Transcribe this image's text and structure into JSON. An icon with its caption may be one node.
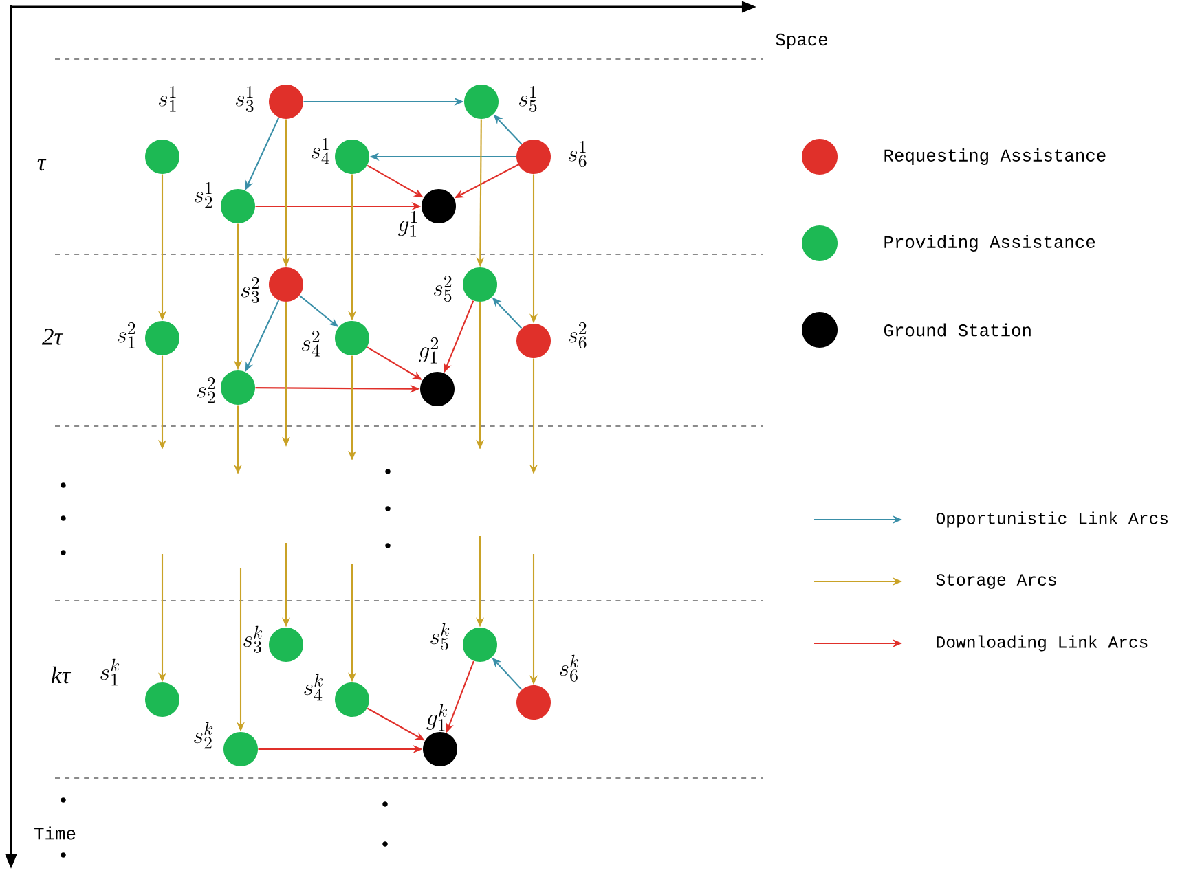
{
  "diagram": {
    "nodes": [
      {
        "text": [],
        "shape": "circle",
        "beside": [
          "s_3^1"
        ]
      },
      {
        "text": [],
        "shape": "circle",
        "beside": [
          "s_5^1"
        ]
      },
      {
        "text": [],
        "shape": "circle",
        "beside": [
          "s_1^1"
        ]
      },
      {
        "text": [],
        "shape": "circle",
        "beside": [
          "s_4^1"
        ]
      },
      {
        "text": [],
        "shape": "circle",
        "beside": [
          "s_6^1"
        ]
      },
      {
        "text": [],
        "shape": "circle",
        "beside": [
          "s_2^1"
        ]
      },
      {
        "text": [],
        "shape": "circle",
        "beside": [
          "g_1^1"
        ]
      },
      {
        "text": [],
        "shape": "circle",
        "beside": [
          "s_3^2"
        ]
      },
      {
        "text": [],
        "shape": "circle",
        "beside": [
          "s_5^2"
        ]
      },
      {
        "text": [],
        "shape": "circle",
        "beside": [
          "s_1^2"
        ]
      },
      {
        "text": [],
        "shape": "circle",
        "beside": [
          "s_4^2"
        ]
      },
      {
        "text": [],
        "shape": "circle",
        "beside": [
          "s_6^2"
        ]
      },
      {
        "text": [],
        "shape": "circle",
        "beside": [
          "s_2^2"
        ]
      },
      {
        "text": [],
        "shape": "circle",
        "beside": [
          "g_1^2"
        ]
      },
      {
        "text": [],
        "shape": "circle",
        "beside": [
          "s_3^k"
        ]
      },
      {
        "text": [],
        "shape": "circle",
        "beside": [
          "s_5^k"
        ]
      },
      {
        "text": [],
        "shape": "circle",
        "beside": [
          "s_1^k"
        ]
      },
      {
        "text": [],
        "shape": "circle",
        "beside": [
          "s_4^k"
        ]
      },
      {
        "text": [],
        "shape": "circle",
        "beside": [
          "s_6^k"
        ]
      },
      {
        "text": [],
        "shape": "circle",
        "beside": [
          "s_2^k"
        ]
      },
      {
        "text": [],
        "shape": "circle",
        "beside": [
          "g_1^k"
        ]
      }
    ],
    "edges": [
      {
        "from": 0,
        "to": 1,
        "arrow": "to",
        "color": "#3a8fa8"
      },
      {
        "from": 0,
        "to": 5,
        "arrow": "to",
        "color": "#3a8fa8"
      },
      {
        "from": 4,
        "to": 1,
        "arrow": "to",
        "color": "#3a8fa8"
      },
      {
        "from": 4,
        "to": 3,
        "arrow": "to",
        "color": "#3a8fa8"
      },
      {
        "from": 3,
        "to": 6,
        "arrow": "to",
        "color": "#e0302a"
      },
      {
        "from": 4,
        "to": 6,
        "arrow": "to",
        "color": "#e0302a"
      },
      {
        "from": 5,
        "to": 6,
        "arrow": "to",
        "color": "#e0302a"
      },
      {
        "from": 2,
        "to": 9,
        "arrow": "to"
      },
      {
        "from": 5,
        "to": 12,
        "arrow": "to"
      },
      {
        "from": 0,
        "to": 7,
        "arrow": "to"
      },
      {
        "from": 3,
        "to": 10,
        "arrow": "to"
      },
      {
        "from": 1,
        "to": 8,
        "arrow": "to"
      },
      {
        "from": 4,
        "to": 11,
        "arrow": "to"
      },
      {
        "from": 7,
        "to": 12,
        "arrow": "to",
        "color": "#3a8fa8"
      },
      {
        "from": 7,
        "to": 10,
        "arrow": "to",
        "color": "#3a8fa8"
      },
      {
        "from": 11,
        "to": 8,
        "arrow": "to",
        "color": "#3a8fa8"
      },
      {
        "from": 12,
        "to": 13,
        "arrow": "to",
        "color": "#e0302a"
      },
      {
        "from": 10,
        "to": 13,
        "arrow": "to",
        "color": "#e0302a"
      },
      {
        "from": 8,
        "to": 13,
        "arrow": "to",
        "color": "#e0302a"
      },
      {
        "from": 9,
        "to": null,
        "arrow": "to"
      },
      {
        "from": 12,
        "to": null,
        "arrow": "to"
      },
      {
        "from": 7,
        "to": null,
        "arrow": "to"
      },
      {
        "from": 10,
        "to": null,
        "arrow": "to"
      },
      {
        "from": 8,
        "to": null,
        "arrow": "to"
      },
      {
        "from": 11,
        "to": null,
        "arrow": "to"
      },
      {
        "from": null,
        "to": 16,
        "arrow": "to"
      },
      {
        "from": null,
        "to": 19,
        "arrow": "to"
      },
      {
        "from": null,
        "to": 14,
        "arrow": "to"
      },
      {
        "from": null,
        "to": 17,
        "arrow": "to"
      },
      {
        "from": null,
        "to": 15,
        "arrow": "to"
      },
      {
        "from": null,
        "to": 18,
        "arrow": "to"
      },
      {
        "from": 18,
        "to": 15,
        "arrow": "to",
        "color": "#3a8fa8"
      },
      {
        "from": 19,
        "to": 20,
        "arrow": "to",
        "color": "#e0302a"
      },
      {
        "from": 17,
        "to": 20,
        "arrow": "to",
        "color": "#e0302a"
      },
      {
        "from": 15,
        "to": 20,
        "arrow": "to",
        "color": "#e0302a"
      }
    ],
    "labels": [
      "Space",
      "τ",
      "2τ",
      "kτ",
      "Time"
    ],
    "legend": [
      {
        "text": "Requesting  Assistance",
        "color": "#e0302a"
      },
      {
        "text": "Providing Assistance",
        "color": "#1db954"
      },
      {
        "text": "Ground Station",
        "color": "#000000"
      },
      {
        "text": "Opportunistic Link Arcs"
      },
      {
        "text": "Storage Arcs"
      },
      {
        "text": "Downloading Link Arcs"
      }
    ]
  }
}
